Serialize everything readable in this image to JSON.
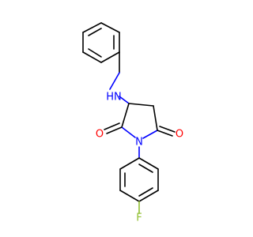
{
  "molecule": {
    "atoms": {
      "nh": {
        "label": "HN",
        "color": "#0000ff"
      },
      "n_ring": {
        "label": "N",
        "color": "#0000ff"
      },
      "o_left": {
        "label": "O",
        "color": "#ff0000"
      },
      "o_right": {
        "label": "O",
        "color": "#ff0000"
      },
      "f": {
        "label": "F",
        "color": "#8fbf2f"
      }
    }
  }
}
